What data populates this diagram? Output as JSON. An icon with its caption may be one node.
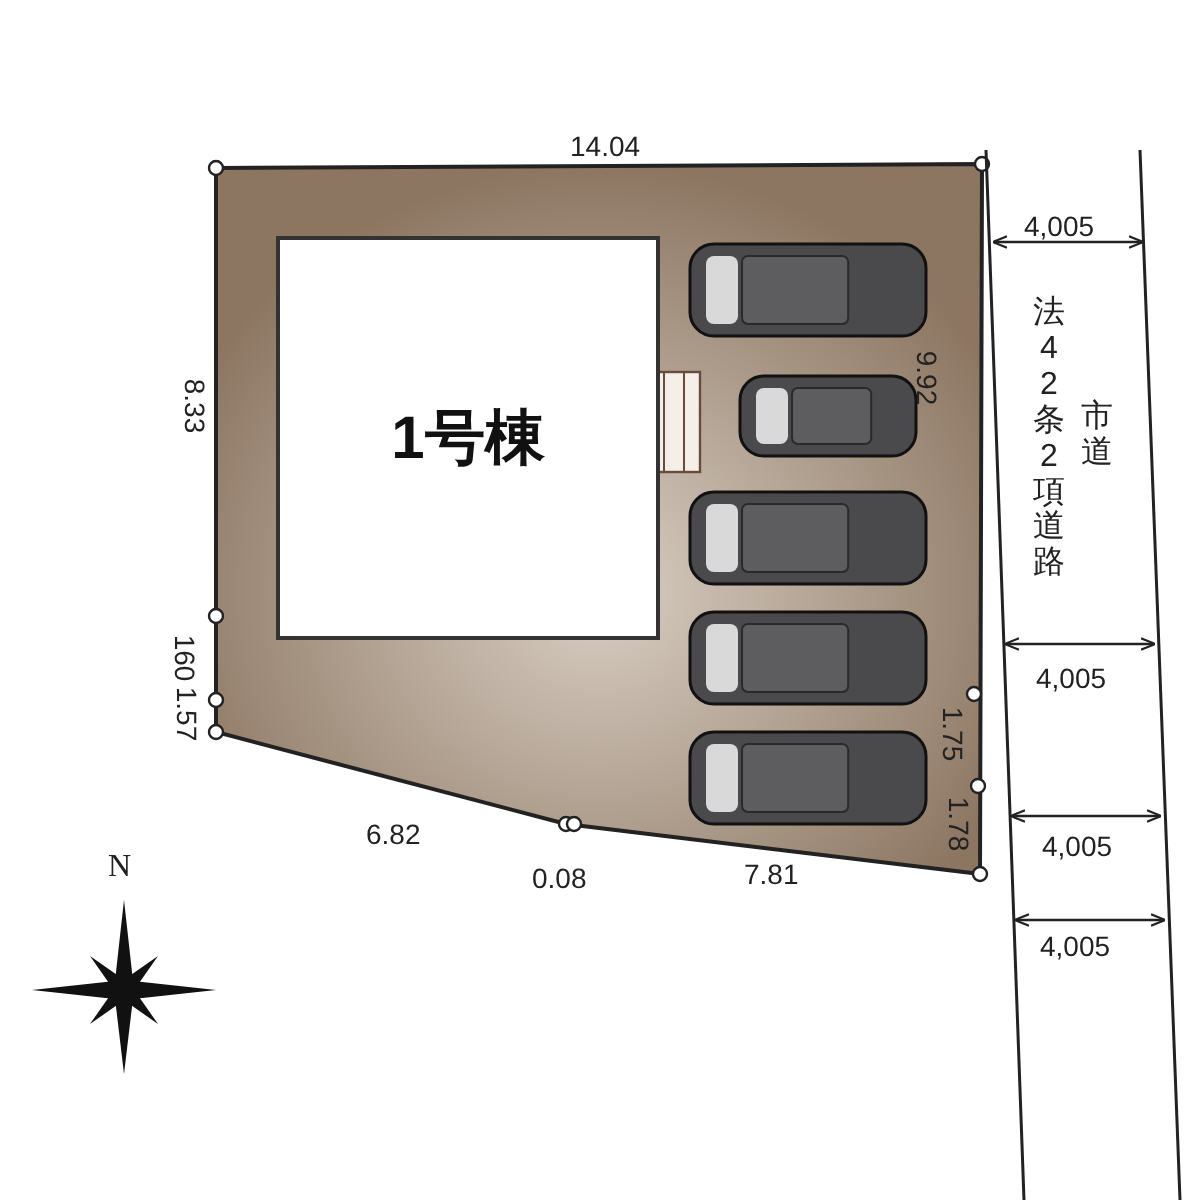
{
  "diagram": {
    "nodes": [
      {
        "text": [
          "1号棟"
        ]
      }
    ],
    "edges": [],
    "labels": [
      "14.04",
      "4,005",
      "市道",
      "法42条2項道路",
      "8.33",
      "9.92",
      "160",
      "1.57",
      "4,005",
      "1.75",
      "1.78",
      "4,005",
      "6.82",
      "0.08",
      "7.81",
      "4,005",
      "N"
    ]
  }
}
